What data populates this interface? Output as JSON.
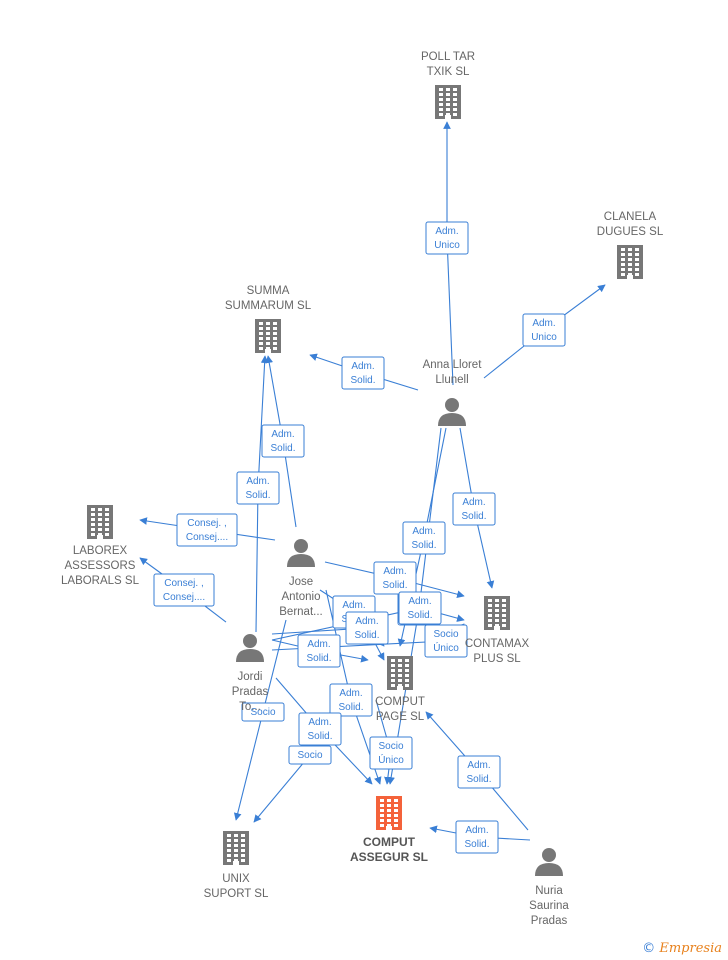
{
  "colors": {
    "edge": "#3a7fd5",
    "company": "#777777",
    "company_main": "#f4623a",
    "person": "#777777",
    "text": "#666666"
  },
  "nodes": [
    {
      "id": "polltar",
      "kind": "company",
      "icon": "building-icon",
      "lines": [
        "POLL TAR",
        "TXIK  SL"
      ]
    },
    {
      "id": "clanela",
      "kind": "company",
      "icon": "building-icon",
      "lines": [
        "CLANELA",
        "DUGUES SL"
      ]
    },
    {
      "id": "summa",
      "kind": "company",
      "icon": "building-icon",
      "lines": [
        "SUMMA",
        "SUMMARUM SL"
      ]
    },
    {
      "id": "anna",
      "kind": "person",
      "icon": "person-icon",
      "lines": [
        "Anna Lloret",
        "Llunell"
      ]
    },
    {
      "id": "laborex",
      "kind": "company",
      "icon": "building-icon",
      "lines": [
        "LABOREX",
        "ASSESSORS",
        "LABORALS  SL"
      ]
    },
    {
      "id": "jose",
      "kind": "person",
      "icon": "person-icon",
      "lines": [
        "Jose",
        "Antonio",
        "Bernat..."
      ]
    },
    {
      "id": "contamax",
      "kind": "company",
      "icon": "building-icon",
      "lines": [
        "CONTAMAX",
        "PLUS  SL"
      ]
    },
    {
      "id": "jordi",
      "kind": "person",
      "icon": "person-icon",
      "lines": [
        "Jordi",
        "Pradas",
        "To..."
      ]
    },
    {
      "id": "computpage",
      "kind": "company",
      "icon": "building-icon",
      "lines": [
        "COMPUT",
        "PAGE  SL"
      ]
    },
    {
      "id": "unix",
      "kind": "company",
      "icon": "building-icon",
      "lines": [
        "UNIX",
        "SUPORT SL"
      ]
    },
    {
      "id": "assegur",
      "kind": "company_main",
      "icon": "building-icon",
      "lines": [
        "COMPUT",
        "ASSEGUR  SL"
      ]
    },
    {
      "id": "nuria",
      "kind": "person",
      "icon": "person-icon",
      "lines": [
        "Nuria",
        "Saurina",
        "Pradas"
      ]
    }
  ],
  "edges": [
    {
      "label": [
        "Adm.",
        "Unico"
      ]
    },
    {
      "label": [
        "Adm.",
        "Unico"
      ]
    },
    {
      "label": [
        "Adm.",
        "Solid."
      ]
    },
    {
      "label": [
        "Adm.",
        "Solid."
      ]
    },
    {
      "label": [
        "Adm.",
        "Solid."
      ]
    },
    {
      "label": [
        "Adm.",
        "Solid."
      ]
    },
    {
      "label": [
        "Adm.",
        "Solid."
      ]
    },
    {
      "label": [
        "Consej. ,",
        "Consej...."
      ]
    },
    {
      "label": [
        "Consej. ,",
        "Consej...."
      ]
    },
    {
      "label": [
        "Adm.",
        "Solid."
      ]
    },
    {
      "label": [
        "Adm.",
        "Solid."
      ]
    },
    {
      "label": [
        "Adm.",
        "Solid."
      ]
    },
    {
      "label": [
        "Socio",
        "Único"
      ]
    },
    {
      "label": [
        "Adm.",
        "Solid."
      ]
    },
    {
      "label": [
        "Adm.",
        "Solid."
      ]
    },
    {
      "label": [
        "Adm.",
        "Solid."
      ]
    },
    {
      "label": [
        "Socio"
      ]
    },
    {
      "label": [
        "Socio"
      ]
    },
    {
      "label": [
        "Adm.",
        "Solid."
      ]
    },
    {
      "label": [
        "Socio",
        "Único"
      ]
    },
    {
      "label": [
        "Adm.",
        "Solid."
      ]
    },
    {
      "label": [
        "Adm.",
        "Solid."
      ]
    },
    {
      "label": [
        "Adm.",
        "Solid."
      ]
    }
  ],
  "footer": {
    "copyright": "©",
    "brand": "Empresia"
  }
}
